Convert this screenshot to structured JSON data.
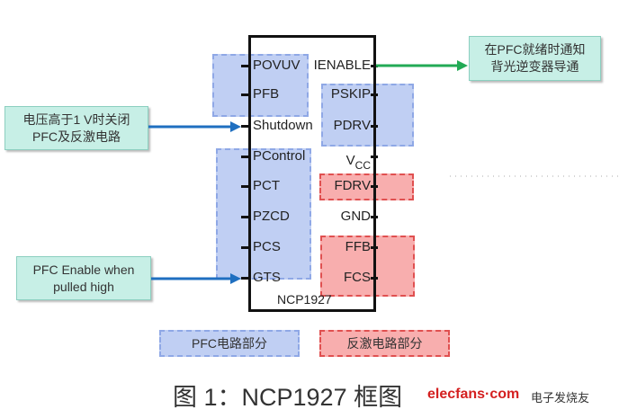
{
  "chip": {
    "name": "NCP1927",
    "left_pins": [
      "POVUV",
      "PFB",
      "Shutdown",
      "PControl",
      "PCT",
      "PZCD",
      "PCS",
      "GTS"
    ],
    "right_pins": [
      "IENABLE",
      "PSKIP",
      "PDRV",
      "VCC",
      "FDRV",
      "GND",
      "FFB",
      "FCS"
    ],
    "vcc_main": "V",
    "vcc_sub": "CC"
  },
  "callouts": {
    "ienable": [
      "在PFC就绪时通知",
      "背光逆变器导通"
    ],
    "shutdown": [
      "电压高于1 V时关闭",
      "PFC及反激电路"
    ],
    "gts": [
      "PFC Enable when",
      "pulled high"
    ]
  },
  "legend": {
    "pfc": "PFC电路部分",
    "flyback": "反激电路部分"
  },
  "caption": "图 1：NCP1927 框图",
  "watermark": {
    "site": "elecfans·com",
    "name": "电子发烧友"
  },
  "colors": {
    "pfc": "#8fa8e6",
    "flyback": "#e05050",
    "callout": "#c7efe6",
    "arrow_blue": "#1f6fc0",
    "arrow_green": "#22aa55"
  }
}
